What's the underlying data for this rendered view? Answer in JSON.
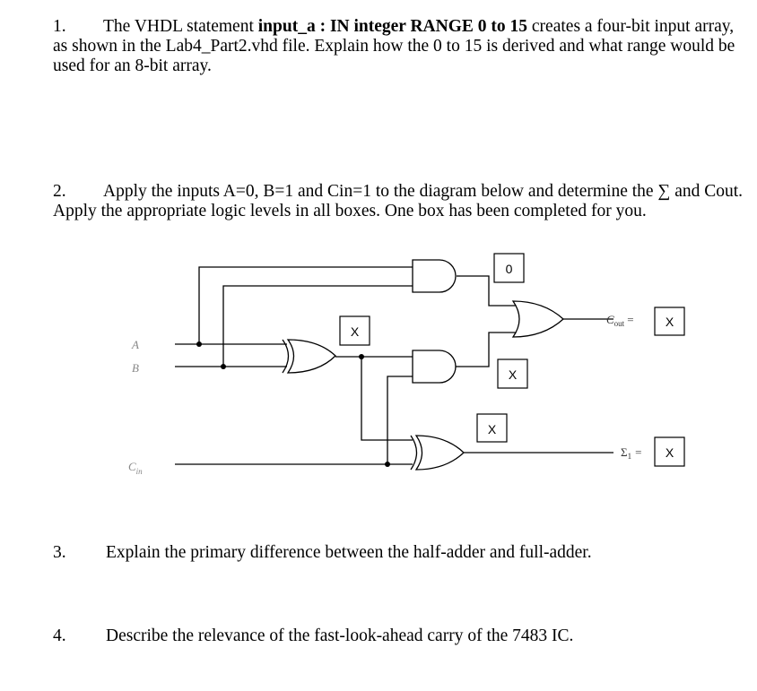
{
  "q1": {
    "number": "1.",
    "text_before": "The VHDL statement ",
    "bold": "input_a : IN integer RANGE 0 to 15",
    "text_after": " creates a four-bit input array, as shown in the Lab4_Part2.vhd file.  Explain how the 0 to 15 is derived and what range would be used for an 8-bit array."
  },
  "q2": {
    "number": "2.",
    "text": "Apply the inputs A=0, B=1 and Cin=1 to the diagram below and determine the ∑ and Cout.  Apply the appropriate logic levels in all boxes.  One box has been completed for you."
  },
  "diagram": {
    "input_a": "A",
    "input_b": "B",
    "input_cin": "C",
    "input_cin_sub": "in",
    "cout_label": "C",
    "cout_sub": "out",
    "cout_eq": "=",
    "sum_label": "Σ",
    "sum_sub": "1",
    "sum_eq": "=",
    "boxes": {
      "and_top": "0",
      "xor1_out": "X",
      "and_bottom": "X",
      "xor2_in": "X",
      "cout": "X",
      "sum": "X"
    }
  },
  "q3": {
    "number": "3.",
    "text": "Explain the primary difference between the half-adder and full-adder."
  },
  "q4": {
    "number": "4.",
    "text": "Describe the relevance of the fast-look-ahead carry of the 7483 IC."
  }
}
